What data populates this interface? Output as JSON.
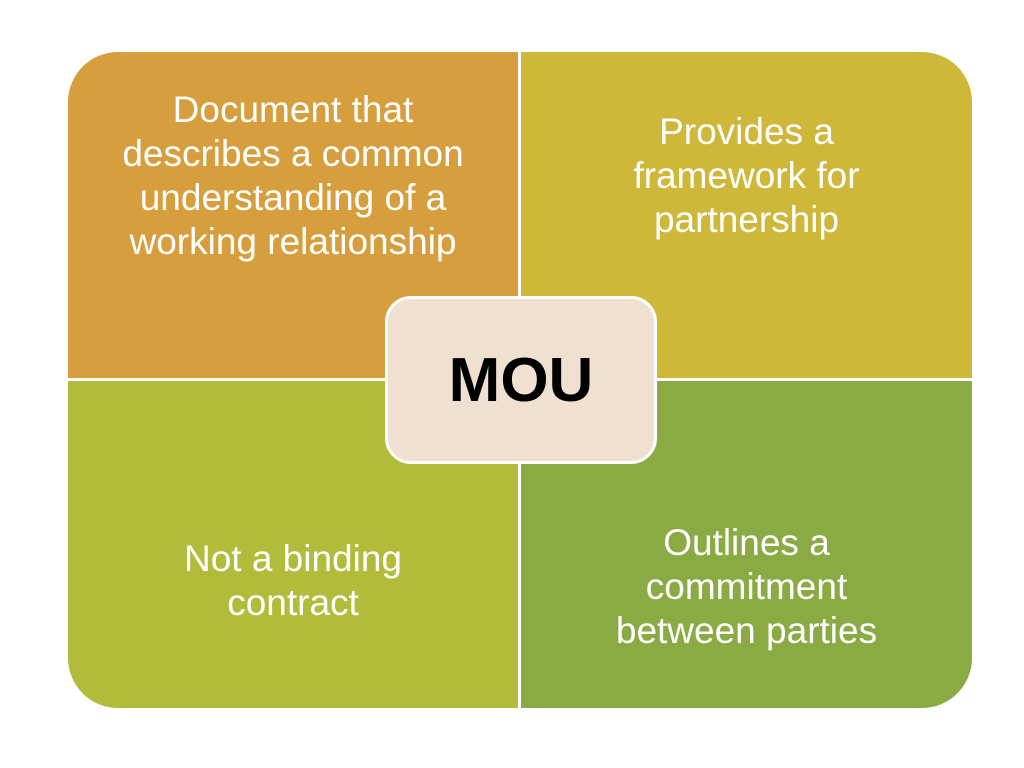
{
  "diagram": {
    "center": {
      "label": "MOU",
      "color": "#f0e0d2"
    },
    "quadrants": [
      {
        "position": "top-left",
        "text": "Document that describes a common understanding of a working relationship",
        "color": "#d69e3c"
      },
      {
        "position": "top-right",
        "text": "Provides a framework for partnership",
        "color": "#cfb73a"
      },
      {
        "position": "bottom-left",
        "text": "Not a binding contract",
        "color": "#b3bb3b"
      },
      {
        "position": "bottom-right",
        "text": "Outlines a commitment between parties",
        "color": "#8aab44"
      }
    ]
  }
}
